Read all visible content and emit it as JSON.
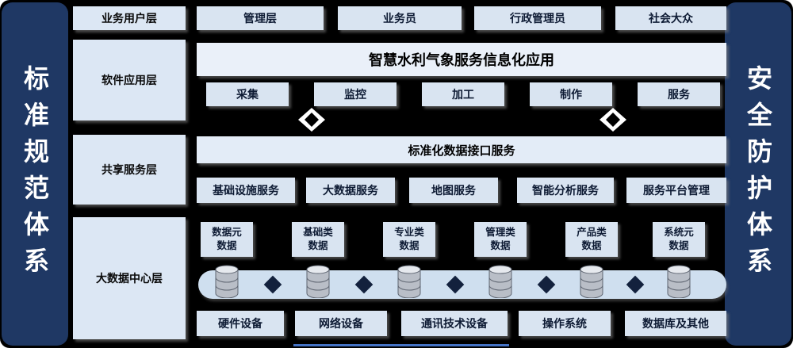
{
  "side_bars": {
    "left": "标准规范体系",
    "right": "安全防护体系"
  },
  "layer_labels": [
    "业务用户层",
    "软件应用层",
    "共享服务层",
    "大数据中心层"
  ],
  "user_layer": {
    "items": [
      "管理层",
      "业务员",
      "行政管理员",
      "社会大众"
    ]
  },
  "app_layer": {
    "title": "智慧水利气象服务信息化应用",
    "items": [
      "采集",
      "监控",
      "加工",
      "制作",
      "服务"
    ]
  },
  "service_layer": {
    "title": "标准化数据接口服务",
    "items": [
      "基础设施服务",
      "大数据服务",
      "地图服务",
      "智能分析服务",
      "服务平台管理"
    ]
  },
  "data_layer": {
    "data_items": [
      "数据元\n数据",
      "基础类\n数据",
      "专业类\n数据",
      "管理类\n数据",
      "产品类\n数据",
      "系统元\n数据"
    ],
    "infra_items": [
      "硬件设备",
      "网络设备",
      "通讯技术设备",
      "操作系统",
      "数据库及其他"
    ]
  },
  "colors": {
    "panel_bg": "#000000",
    "side_bar_bg": "#1F3864",
    "box_bg": "#d9e4f1",
    "big_box_bg": "#eaf0f9",
    "band_bg": "#cfdfef",
    "accent_line": "#4472C4"
  }
}
